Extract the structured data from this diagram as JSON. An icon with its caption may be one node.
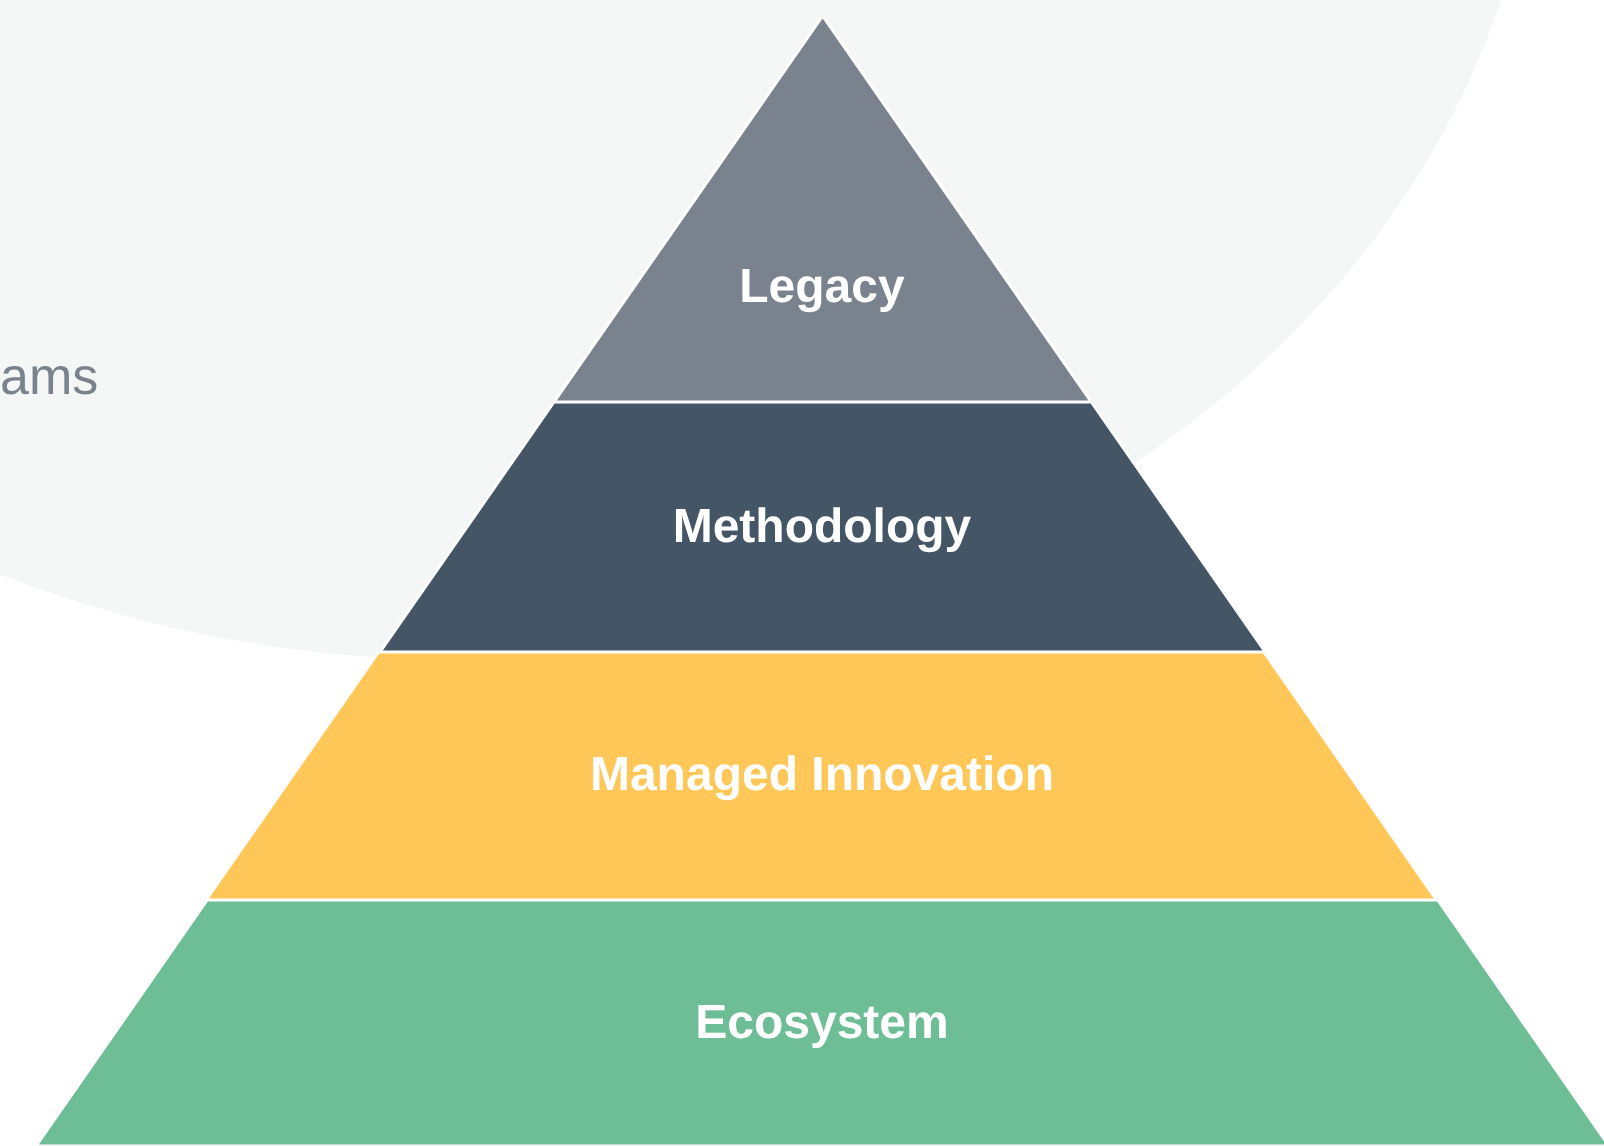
{
  "diagram": {
    "nodes": [
      {
        "text": [
          "Legacy"
        ]
      },
      {
        "text": [
          "Methodology"
        ]
      },
      {
        "text": [
          "Managed Innovation"
        ]
      },
      {
        "text": [
          "Ecosystem"
        ]
      }
    ],
    "labels": [
      "ams"
    ]
  }
}
